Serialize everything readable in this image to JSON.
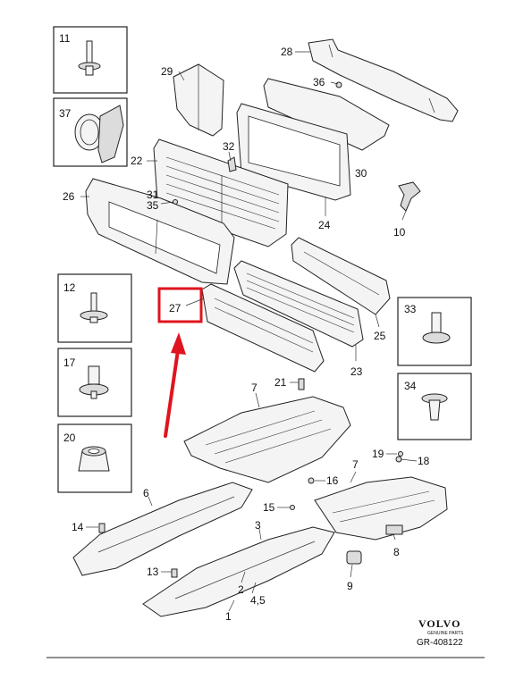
{
  "callouts": [
    {
      "id": "c28",
      "text": "28"
    },
    {
      "id": "c29",
      "text": "29"
    },
    {
      "id": "c36",
      "text": "36"
    },
    {
      "id": "c22",
      "text": "22"
    },
    {
      "id": "c32",
      "text": "32"
    },
    {
      "id": "c30",
      "text": "30"
    },
    {
      "id": "c26",
      "text": "26"
    },
    {
      "id": "c31",
      "text": "31"
    },
    {
      "id": "c35",
      "text": "35"
    },
    {
      "id": "c24",
      "text": "24"
    },
    {
      "id": "c10",
      "text": "10"
    },
    {
      "id": "c27",
      "text": "27"
    },
    {
      "id": "c25",
      "text": "25"
    },
    {
      "id": "c23",
      "text": "23"
    },
    {
      "id": "c21",
      "text": "21"
    },
    {
      "id": "c7a",
      "text": "7"
    },
    {
      "id": "c19",
      "text": "19"
    },
    {
      "id": "c18",
      "text": "18"
    },
    {
      "id": "c6",
      "text": "6"
    },
    {
      "id": "c16",
      "text": "16"
    },
    {
      "id": "c7b",
      "text": "7"
    },
    {
      "id": "c15",
      "text": "15"
    },
    {
      "id": "c14",
      "text": "14"
    },
    {
      "id": "c3",
      "text": "3"
    },
    {
      "id": "c8",
      "text": "8"
    },
    {
      "id": "c13",
      "text": "13"
    },
    {
      "id": "c9",
      "text": "9"
    },
    {
      "id": "c2",
      "text": "2"
    },
    {
      "id": "c45",
      "text": "4,5"
    },
    {
      "id": "c1",
      "text": "1"
    }
  ],
  "boxes": [
    {
      "id": "b11",
      "text": "11"
    },
    {
      "id": "b37",
      "text": "37"
    },
    {
      "id": "b12",
      "text": "12"
    },
    {
      "id": "b17",
      "text": "17"
    },
    {
      "id": "b20",
      "text": "20"
    },
    {
      "id": "b33",
      "text": "33"
    },
    {
      "id": "b34",
      "text": "34"
    }
  ],
  "highlight": {
    "text": "27",
    "color": "#e0141e"
  },
  "arrow_color": "#e0141e",
  "brand": {
    "name": "VOLVO",
    "tagline": "GENUINE PARTS",
    "code": "GR-408122"
  }
}
